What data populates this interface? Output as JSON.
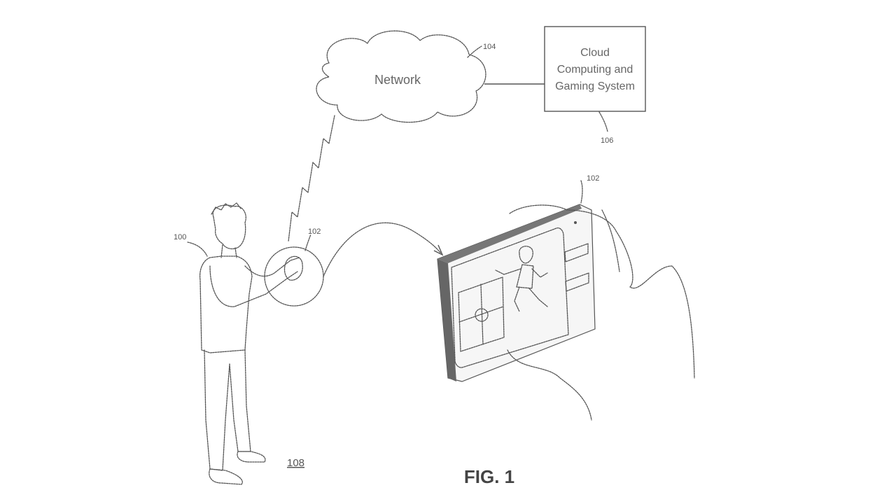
{
  "figure": {
    "caption": "FIG. 1",
    "network": {
      "label": "Network",
      "ref": "104"
    },
    "cloud_system": {
      "lines": [
        "Cloud",
        "Computing and",
        "Gaming System"
      ],
      "ref": "106"
    },
    "user": {
      "ref": "100"
    },
    "device_in_hand": {
      "ref": "102"
    },
    "device_enlarged": {
      "ref": "102"
    },
    "environment": {
      "ref": "108"
    }
  }
}
